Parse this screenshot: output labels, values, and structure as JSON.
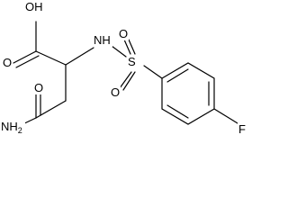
{
  "molecule": {
    "atom_labels": {
      "carboxyl_oh": "OH",
      "carboxyl_o": "O",
      "amine_nh": "NH",
      "sulfur": "S",
      "sulfonyl_o_top": "O",
      "sulfonyl_o_bottom": "O",
      "amide_o": "O",
      "amide_nh2": "NH",
      "amide_nh2_subscript": "2",
      "fluorine": "F"
    }
  }
}
